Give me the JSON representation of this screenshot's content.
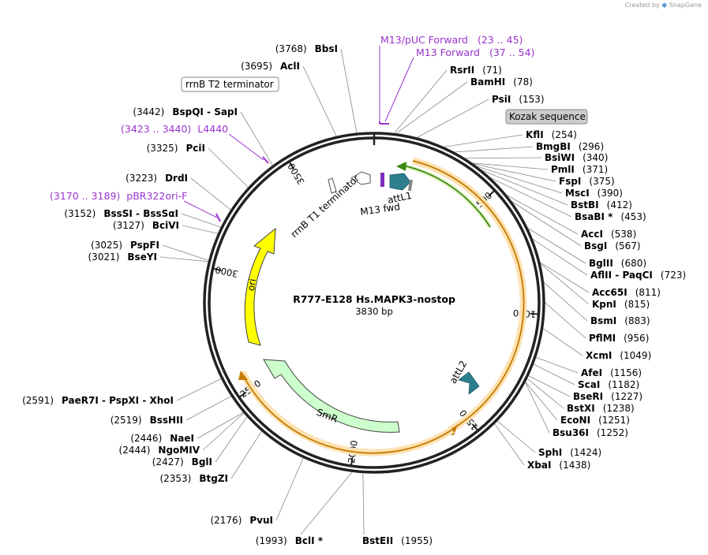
{
  "brand": {
    "prefix": "Created by",
    "name": "SnapGene",
    "logo_icon": "snapgene-logo-icon"
  },
  "plasmid": {
    "name": "R777-E128 Hs.MAPK3-nostop",
    "length_label": "3830 bp",
    "length": 3830
  },
  "ticks": [
    {
      "pos": 500,
      "label": "500"
    },
    {
      "pos": 1000,
      "label": "1000"
    },
    {
      "pos": 1500,
      "label": "1500"
    },
    {
      "pos": 2000,
      "label": "2000"
    },
    {
      "pos": 2500,
      "label": "2500"
    },
    {
      "pos": 3000,
      "label": "3000"
    },
    {
      "pos": 3500,
      "label": "3500"
    }
  ],
  "colors": {
    "backbone": "#333333",
    "orange": "#f5a623",
    "green": "#66aa22",
    "yellow": "#ffff00",
    "smr": "#ccffcc",
    "att": "#2e8b9a",
    "primer": "#9933cc",
    "kozak_box": "#cccccc"
  },
  "right_labels": [
    {
      "name": "RsrII",
      "pos": "(71)",
      "bp": 71
    },
    {
      "name": "BamHI",
      "pos": "(78)",
      "bp": 78
    },
    {
      "name": "PsiI",
      "pos": "(153)",
      "bp": 153
    },
    {
      "name": "KflI",
      "pos": "(254)",
      "bp": 254
    },
    {
      "name": "BmgBI",
      "pos": "(296)",
      "bp": 296
    },
    {
      "name": "BsiWI",
      "pos": "(340)",
      "bp": 340
    },
    {
      "name": "PmlI",
      "pos": "(371)",
      "bp": 371
    },
    {
      "name": "FspI",
      "pos": "(375)",
      "bp": 375
    },
    {
      "name": "MscI",
      "pos": "(390)",
      "bp": 390
    },
    {
      "name": "BstBI",
      "pos": "(412)",
      "bp": 412
    },
    {
      "name": "BsaBI *",
      "pos": "(453)",
      "bp": 453
    },
    {
      "name": "AccI",
      "pos": "(538)",
      "bp": 538
    },
    {
      "name": "BsgI",
      "pos": "(567)",
      "bp": 567
    },
    {
      "name": "BglII",
      "pos": "(680)",
      "bp": 680
    },
    {
      "name": "AflII - PaqCI",
      "pos": "(723)",
      "bp": 723
    },
    {
      "name": "Acc65I",
      "pos": "(811)",
      "bp": 811
    },
    {
      "name": "KpnI",
      "pos": "(815)",
      "bp": 815
    },
    {
      "name": "BsmI",
      "pos": "(883)",
      "bp": 883
    },
    {
      "name": "PflMI",
      "pos": "(956)",
      "bp": 956
    },
    {
      "name": "XcmI",
      "pos": "(1049)",
      "bp": 1049
    },
    {
      "name": "AfeI",
      "pos": "(1156)",
      "bp": 1156
    },
    {
      "name": "ScaI",
      "pos": "(1182)",
      "bp": 1182
    },
    {
      "name": "BseRI",
      "pos": "(1227)",
      "bp": 1227
    },
    {
      "name": "BstXI",
      "pos": "(1238)",
      "bp": 1238
    },
    {
      "name": "EcoNI",
      "pos": "(1251)",
      "bp": 1251
    },
    {
      "name": "Bsu36I",
      "pos": "(1252)",
      "bp": 1252
    },
    {
      "name": "SphI",
      "pos": "(1424)",
      "bp": 1424
    },
    {
      "name": "XbaI",
      "pos": "(1438)",
      "bp": 1438
    }
  ],
  "left_labels": [
    {
      "name": "BbsI",
      "pos": "(3768)",
      "bp": 3768
    },
    {
      "name": "AclI",
      "pos": "(3695)",
      "bp": 3695
    },
    {
      "name": "BspQI - SapI",
      "pos": "(3442)",
      "bp": 3442
    },
    {
      "name": "PciI",
      "pos": "(3325)",
      "bp": 3325
    },
    {
      "name": "DrdI",
      "pos": "(3223)",
      "bp": 3223
    },
    {
      "name": "BssSI - BssSαI",
      "pos": "(3152)",
      "bp": 3152
    },
    {
      "name": "BciVI",
      "pos": "(3127)",
      "bp": 3127
    },
    {
      "name": "PspFI",
      "pos": "(3025)",
      "bp": 3025
    },
    {
      "name": "BseYI",
      "pos": "(3021)",
      "bp": 3021
    },
    {
      "name": "PaeR7I - PspXI - XhoI",
      "pos": "(2591)",
      "bp": 2591
    },
    {
      "name": "BssHII",
      "pos": "(2519)",
      "bp": 2519
    },
    {
      "name": "NaeI",
      "pos": "(2446)",
      "bp": 2446
    },
    {
      "name": "NgoMIV",
      "pos": "(2444)",
      "bp": 2444
    },
    {
      "name": "BglI",
      "pos": "(2427)",
      "bp": 2427
    },
    {
      "name": "BtgZI",
      "pos": "(2353)",
      "bp": 2353
    },
    {
      "name": "PvuI",
      "pos": "(2176)",
      "bp": 2176
    }
  ],
  "bottom_labels": [
    {
      "name": "BclI *",
      "pos": "(1993)",
      "bp": 1993
    },
    {
      "name": "BstEII",
      "pos": "(1955)",
      "bp": 1955
    }
  ],
  "primers": [
    {
      "name": "M13/pUC Forward",
      "range": "(23 .. 45)"
    },
    {
      "name": "M13 Forward",
      "range": "(37 .. 54)"
    },
    {
      "name": "L4440",
      "range": "(3423 .. 3440)"
    },
    {
      "name": "pBR322ori-F",
      "range": "(3170 .. 3189)"
    }
  ],
  "features": {
    "rrnb_t2": "rrnB T2 terminator",
    "rrnb_t1": "rrnB T1 terminator",
    "kozak": "Kozak sequence",
    "attl1": "attL1",
    "m13fwd": "M13 fwd",
    "attl2": "attL2",
    "ori": "ori",
    "smr": "SmR"
  }
}
